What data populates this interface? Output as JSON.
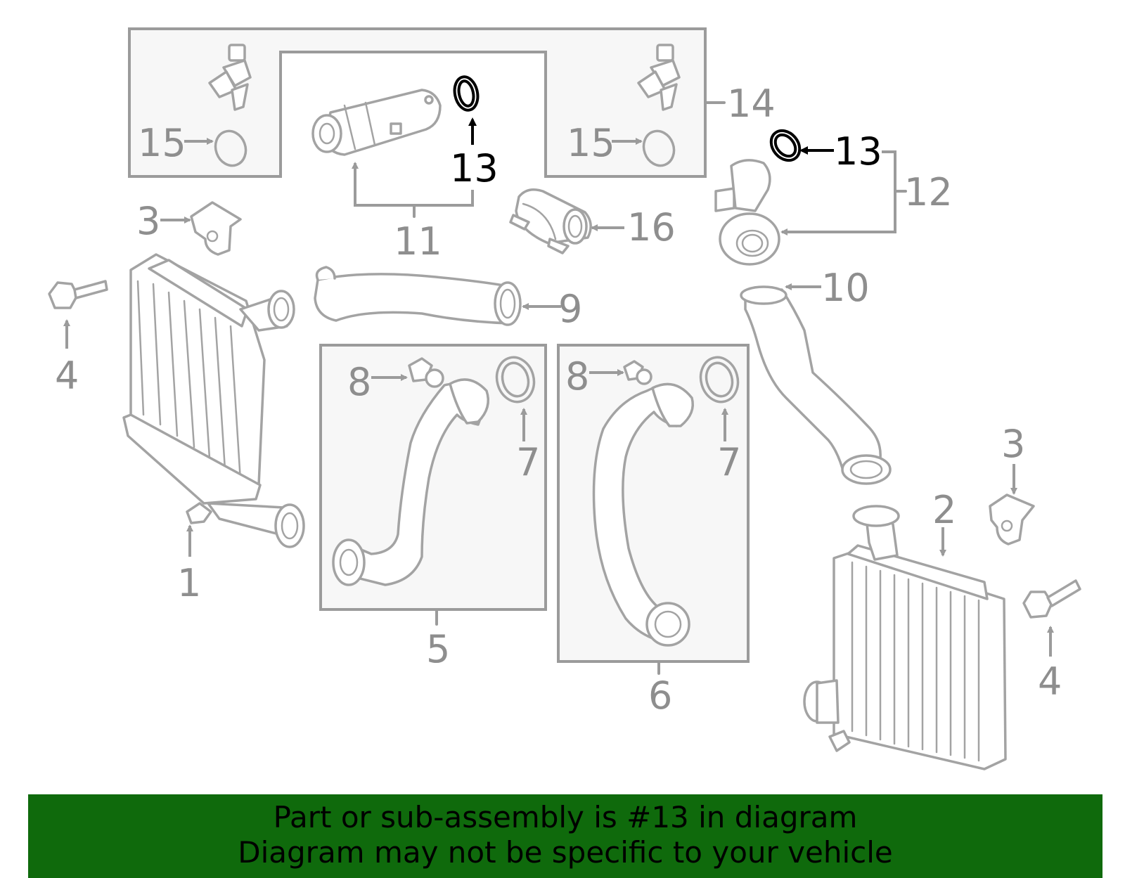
{
  "callouts": {
    "c1": "1",
    "c2": "2",
    "c3a": "3",
    "c3b": "3",
    "c4a": "4",
    "c4b": "4",
    "c5": "5",
    "c6": "6",
    "c7a": "7",
    "c7b": "7",
    "c8a": "8",
    "c8b": "8",
    "c9": "9",
    "c10": "10",
    "c11": "11",
    "c12": "12",
    "c13a": "13",
    "c13b": "13",
    "c14": "14",
    "c15a": "15",
    "c15b": "15",
    "c16": "16"
  },
  "highlight_part": "13",
  "colors": {
    "highlight": "#000000",
    "parts": "#a3a3a3",
    "footer_bg": "#0f6a0c"
  },
  "footer": {
    "line1": "Part or sub-assembly is #13 in diagram",
    "line2": "Diagram may not be specific to your vehicle"
  }
}
